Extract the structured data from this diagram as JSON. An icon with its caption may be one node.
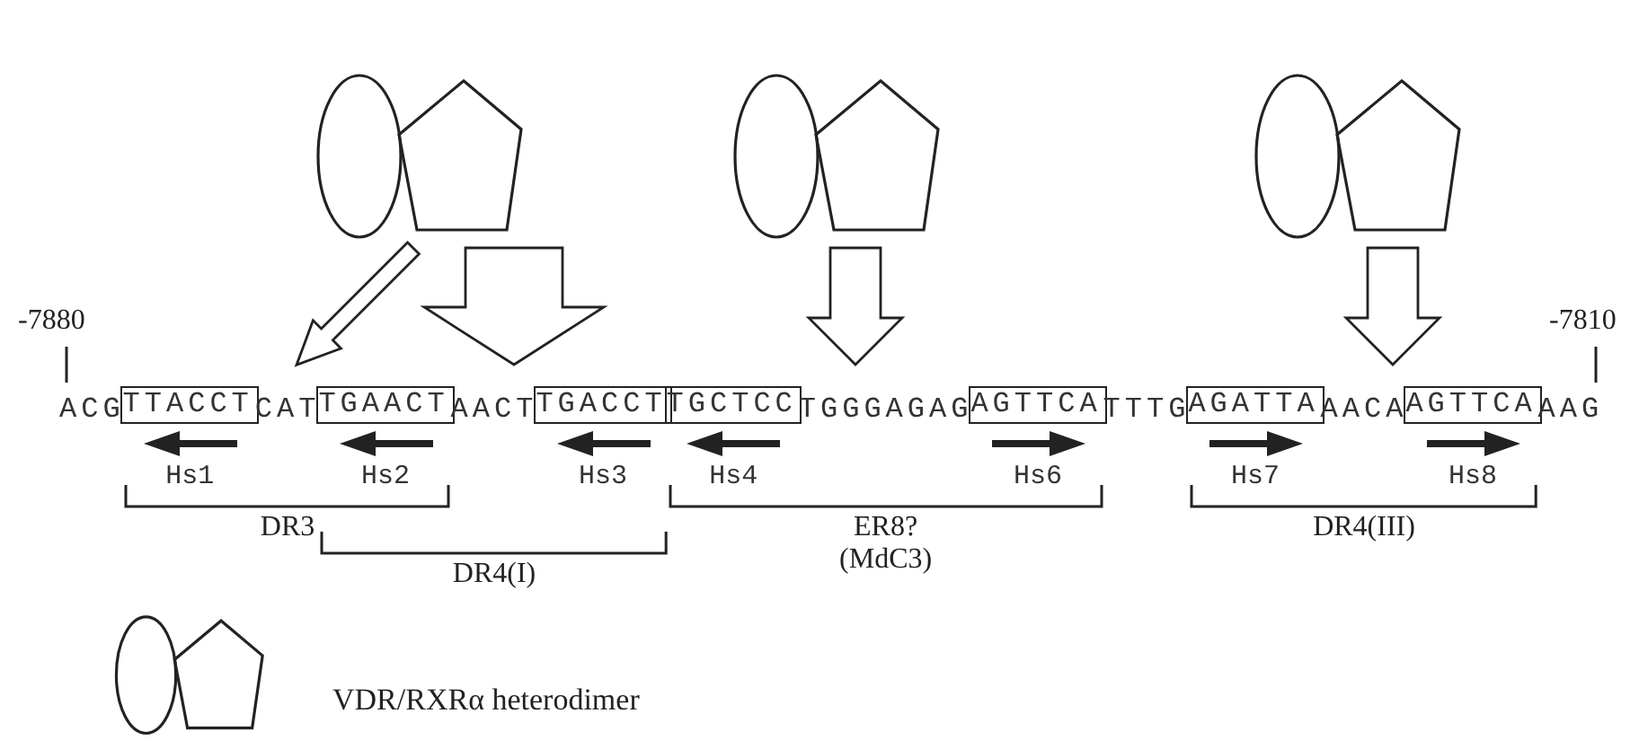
{
  "diagram": {
    "nodes": [
      {
        "text": [],
        "shape": "picture"
      },
      {
        "text": [],
        "shape": "picture"
      },
      {
        "text": [],
        "shape": "picture"
      },
      {
        "text": [
          "TTACCT"
        ],
        "beside": [
          "Hs1"
        ]
      },
      {
        "text": [
          "TGAACT"
        ],
        "beside": [
          "Hs2"
        ]
      },
      {
        "text": [
          "TGACCT"
        ],
        "beside": [
          "Hs3"
        ]
      },
      {
        "text": [
          "TGCTCC"
        ],
        "beside": [
          "Hs4"
        ]
      },
      {
        "text": [
          "AGTTCA"
        ],
        "beside": [
          "Hs6"
        ]
      },
      {
        "text": [
          "AGATTA"
        ],
        "beside": [
          "Hs7"
        ]
      },
      {
        "text": [
          "AGTTCA"
        ],
        "beside": [
          "Hs8"
        ]
      }
    ],
    "edges": [
      {
        "from": 0,
        "to": null,
        "arrow": "to"
      },
      {
        "from": 0,
        "to": null,
        "arrow": "to"
      },
      {
        "from": 1,
        "to": null,
        "arrow": "to"
      },
      {
        "from": 2,
        "to": null,
        "arrow": "to"
      }
    ],
    "labels": [
      "-7880",
      "-7810",
      "ACG",
      "CAT",
      "AACT",
      "TGGGAGAG",
      "TTTG",
      "AACA",
      "AAG",
      "DR3",
      "DR4(I)",
      "ER8? (MdC3)",
      "DR4(III)"
    ],
    "legend": [
      {
        "text": "VDR/RXRα heterodimer"
      }
    ]
  }
}
